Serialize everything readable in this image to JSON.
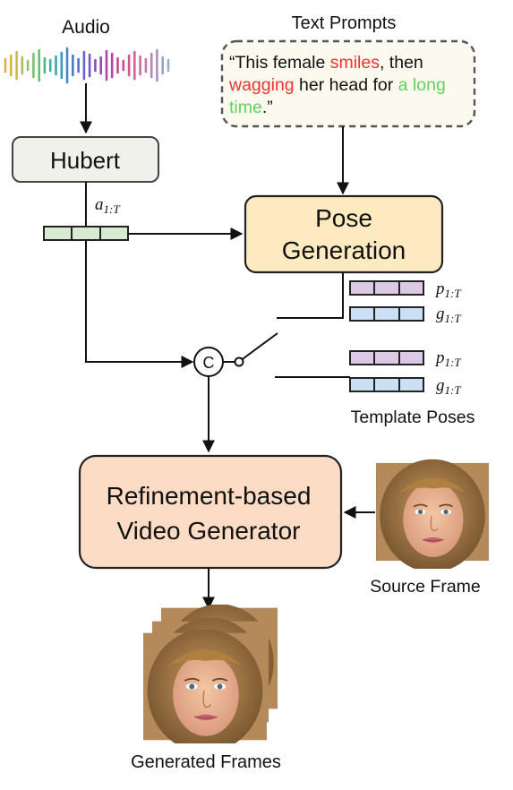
{
  "audio_label": "Audio",
  "text_prompts_label": "Text Prompts",
  "prompt": {
    "open_quote": "“",
    "part1": "This female ",
    "word_smiles": "smiles",
    "part2": ", then ",
    "word_wagging": "wagging",
    "part3": " her head for ",
    "word_a": "a",
    "word_long_time": "long time",
    "close": ".”"
  },
  "hubert_label": "Hubert",
  "audio_feature": {
    "base": "a",
    "sub": "1:T"
  },
  "pose_generation": {
    "line1": "Pose",
    "line2": "Generation"
  },
  "pose_tokens": [
    {
      "base": "p",
      "sub": "1:T"
    },
    {
      "base": "g",
      "sub": "1:T"
    }
  ],
  "template_tokens": [
    {
      "base": "p",
      "sub": "1:T"
    },
    {
      "base": "g",
      "sub": "1:T"
    }
  ],
  "concat_symbol": "C",
  "template_poses_label": "Template Poses",
  "video_generator": {
    "line1": "Refinement-based",
    "line2": "Video Generator"
  },
  "source_frame_label": "Source Frame",
  "generated_frames_label": "Generated Frames",
  "colors": {
    "hubert_fill": "#f1f1ec",
    "pose_gen_fill": "#fdeac0",
    "video_gen_fill": "#fcdcc4",
    "prompt_fill": "#fcfaee",
    "audio_token_fill": "#d8ebd2",
    "p_token_fill": "#dcc9e6",
    "g_token_fill": "#cbe0f5",
    "highlight_red": "#ee3333",
    "highlight_green": "#5fd35f"
  }
}
